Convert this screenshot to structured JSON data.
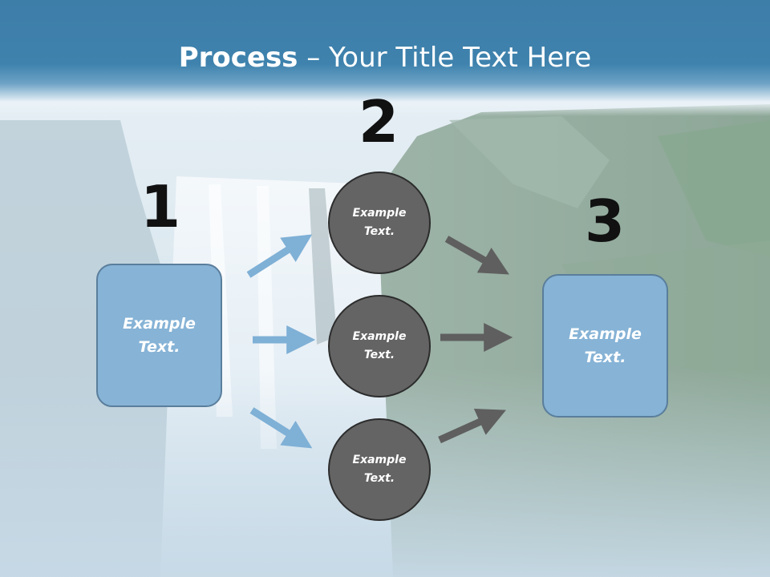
{
  "title": {
    "bold": "Process",
    "rest": " – Your Title Text Here"
  },
  "steps": [
    {
      "number": "1",
      "text": "Example\nText."
    },
    {
      "number": "2",
      "circles": [
        "Example\nText.",
        "Example\nText.",
        "Example\nText."
      ]
    },
    {
      "number": "3",
      "text": "Example\nText."
    }
  ],
  "colors": {
    "header": "#3e82ad",
    "box_fill": "#86b3d6",
    "box_border": "#5a7e9c",
    "circle_fill": "#646464",
    "circle_border": "#2c2c2c",
    "arrow_blue": "#7fb0d6",
    "arrow_gray": "#5f5f5f"
  }
}
